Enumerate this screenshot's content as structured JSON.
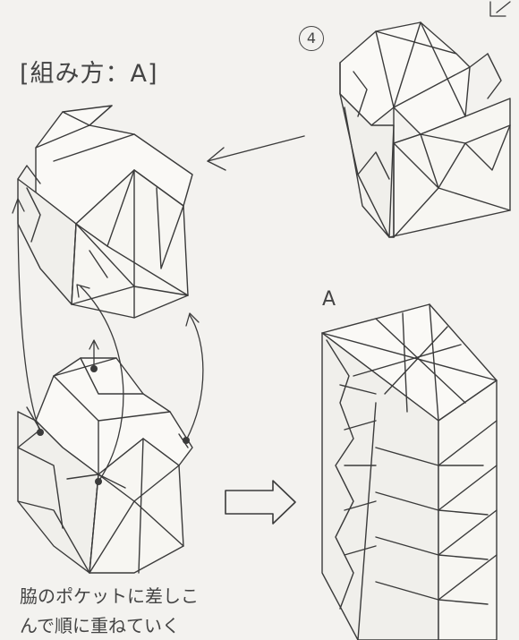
{
  "page": {
    "section_title": "[組み方：A]",
    "step_number": "4",
    "result_label": "A",
    "caption_lines": [
      "脇のポケットに差しこ",
      "んで順に重ねていく"
    ]
  },
  "icons": {
    "step_marker": "circled-number-icon",
    "direction_arrow": "arrow-left-icon",
    "result_arrow": "hollow-arrow-right-icon",
    "corner": "corner-bracket-icon"
  },
  "colors": {
    "ink": "#3a3a3a",
    "paper": "#f3f2ef"
  }
}
